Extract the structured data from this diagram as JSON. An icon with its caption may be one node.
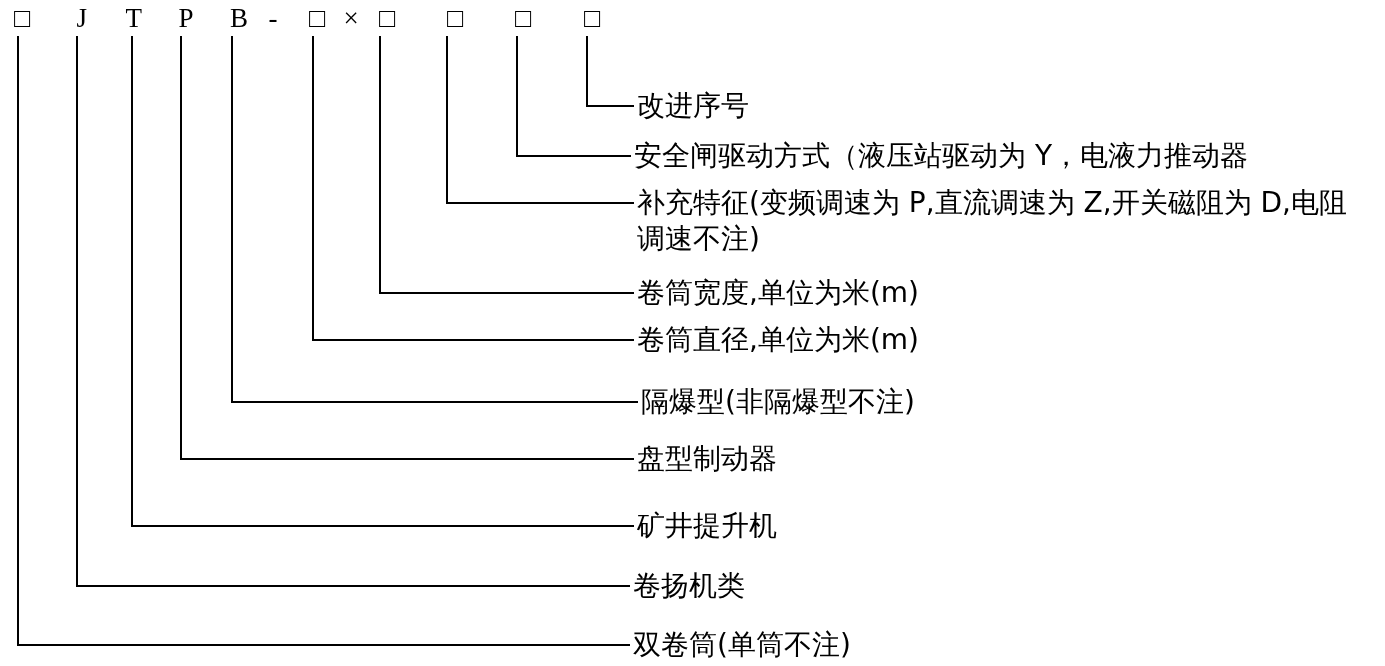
{
  "diagram": {
    "nodes": [
      {
        "text": [
          "□"
        ]
      },
      {
        "text": [
          "J"
        ]
      },
      {
        "text": [
          "T"
        ]
      },
      {
        "text": [
          "P"
        ]
      },
      {
        "text": [
          "B"
        ]
      },
      {
        "text": [
          "□"
        ]
      },
      {
        "text": [
          "□"
        ]
      },
      {
        "text": [
          "□"
        ]
      },
      {
        "text": [
          "□"
        ]
      },
      {
        "text": [
          "□"
        ]
      },
      {
        "text": [
          "改进序号"
        ]
      },
      {
        "text": [
          "安全闸驱动方式（液压站驱动为 Y，电液力推动器"
        ]
      },
      {
        "text": [
          "补充特征(变频调速为 P,直流调速为 Z,开关磁阻为 D,电阻调速不注)"
        ]
      },
      {
        "text": [
          "卷筒宽度,单位为米(m)"
        ]
      },
      {
        "text": [
          "卷筒直径,单位为米(m)"
        ]
      },
      {
        "text": [
          "隔爆型(非隔爆型不注)"
        ]
      },
      {
        "text": [
          "盘型制动器"
        ]
      },
      {
        "text": [
          "矿井提升机"
        ]
      },
      {
        "text": [
          "卷扬机类"
        ]
      },
      {
        "text": [
          "双卷筒(单筒不注)"
        ]
      }
    ],
    "edges": [
      {
        "from": 9,
        "to": 10,
        "arrow": "none"
      },
      {
        "from": 8,
        "to": 11,
        "arrow": "none"
      },
      {
        "from": 7,
        "to": 12,
        "arrow": "none"
      },
      {
        "from": 6,
        "to": 13,
        "arrow": "none"
      },
      {
        "from": 5,
        "to": 14,
        "arrow": "none"
      },
      {
        "from": 4,
        "to": 15,
        "arrow": "none"
      },
      {
        "from": 3,
        "to": 16,
        "arrow": "none"
      },
      {
        "from": 2,
        "to": 17,
        "arrow": "none"
      },
      {
        "from": 1,
        "to": 18,
        "arrow": "none"
      },
      {
        "from": 0,
        "to": 19,
        "arrow": "none"
      }
    ],
    "labels": [
      "-",
      "×"
    ]
  }
}
